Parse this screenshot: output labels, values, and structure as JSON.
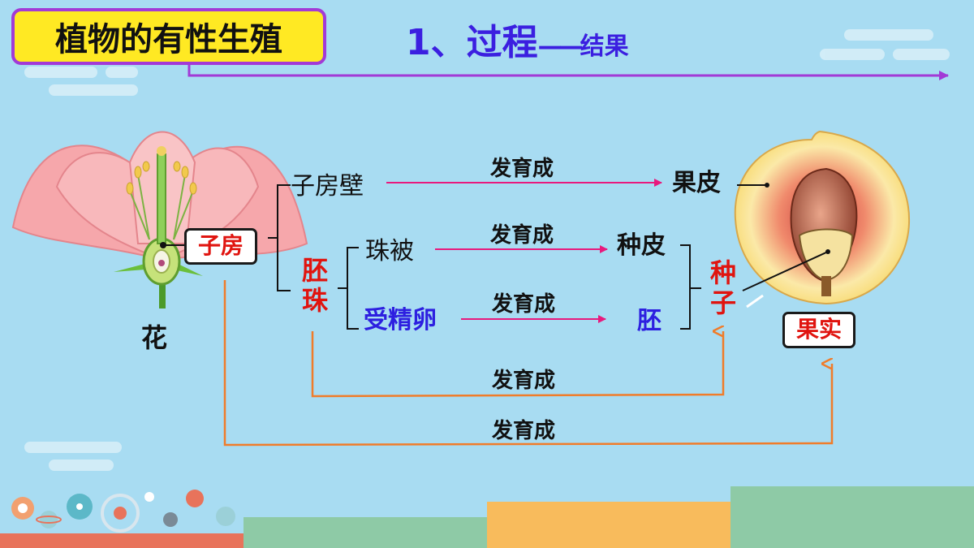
{
  "title": "植物的有性生殖",
  "subtitle": {
    "number": "1、过程",
    "dash": "——",
    "result": "结果"
  },
  "flower": {
    "label": "花",
    "ovary_label": "子房"
  },
  "ovary_parts": {
    "wall": "子房壁",
    "ovule": "胚珠"
  },
  "ovule_parts": {
    "integument": "珠被",
    "fertilized_egg": "受精卵"
  },
  "products": {
    "pericarp": "果皮",
    "seed_coat": "种皮",
    "embryo": "胚",
    "seed": "种子",
    "fruit": "果实"
  },
  "arrow_labels": {
    "a1": "发育成",
    "a2": "发育成",
    "a3": "发育成",
    "a4": "发育成",
    "a5": "发育成"
  },
  "colors": {
    "background": "#a8dcf2",
    "title_bg": "#ffe923",
    "title_border": "#a23ad6",
    "subtitle": "#3b1fe0",
    "red_text": "#e0140f",
    "blue_text": "#2d1fe0",
    "pink_arrow": "#e8197d",
    "orange_arrow": "#f07c2a",
    "bar_colors": [
      "#e8735b",
      "#8ecaa6",
      "#f8bb5c",
      "#8ecaa6"
    ]
  }
}
